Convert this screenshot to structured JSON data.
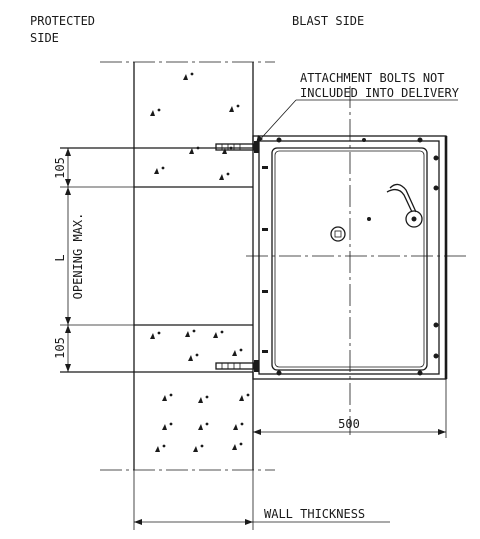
{
  "labels": {
    "protected_side_line1": "PROTECTED",
    "protected_side_line2": "SIDE",
    "blast_side": "BLAST SIDE",
    "note_line1": "ATTACHMENT BOLTS NOT",
    "note_line2": "INCLUDED INTO DELIVERY",
    "dim_top": "105",
    "dim_bottom": "105",
    "dim_l": "L",
    "opening_max": "OPENING MAX.",
    "dim_width": "500",
    "wall_thickness": "WALL THICKNESS"
  }
}
